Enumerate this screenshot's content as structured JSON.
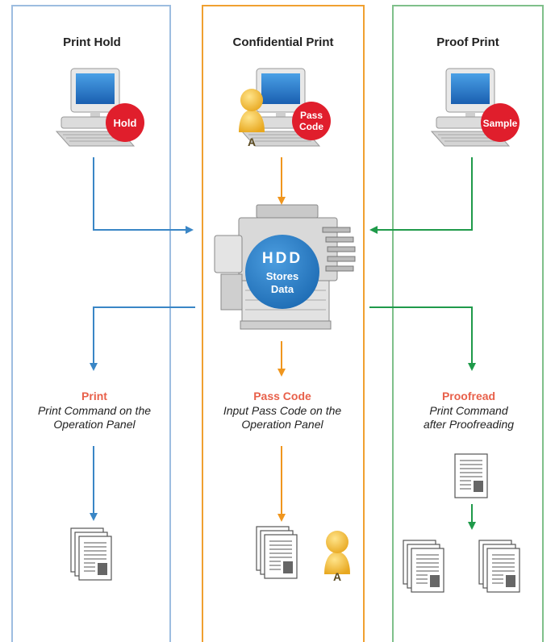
{
  "columns": {
    "hold": {
      "title": "Print Hold",
      "badge": "Hold",
      "step_title": "Print",
      "step_desc_1": "Print Command on the",
      "step_desc_2": "Operation Panel"
    },
    "confidential": {
      "title": "Confidential Print",
      "badge_1": "Pass",
      "badge_2": "Code",
      "person_label": "A",
      "step_title": "Pass Code",
      "step_desc_1": "Input Pass Code on the",
      "step_desc_2": "Operation Panel",
      "person_label_2": "A"
    },
    "proof": {
      "title": "Proof Print",
      "badge": "Sample",
      "step_title": "Proofread",
      "step_desc_1": "Print Command",
      "step_desc_2": "after Proofreading"
    }
  },
  "hdd": {
    "line_1": "HDD",
    "line_2": "Stores",
    "line_3": "Data"
  },
  "colors": {
    "hold": "#3a86c6",
    "confidential": "#f0961e",
    "proof": "#1f9a4a",
    "badge": "#e01e2c",
    "hdd": "#2e7fc4"
  }
}
